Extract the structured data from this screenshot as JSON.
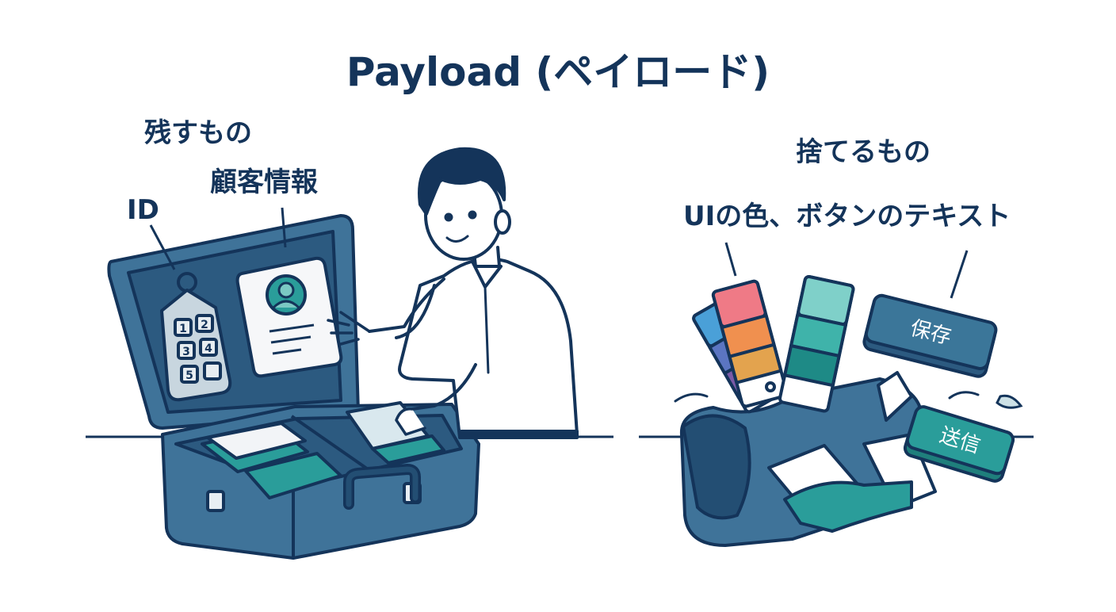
{
  "title": "Payload (ペイロード)",
  "keep": {
    "heading": "残すもの",
    "customer_info": "顧客情報",
    "id_label": "ID",
    "tag_numbers": [
      "1",
      "2",
      "3",
      "4",
      "5"
    ]
  },
  "discard": {
    "heading": "捨てるもの",
    "items_label": "UIの色、ボタンのテキスト",
    "save_button": "保存",
    "send_button": "送信"
  },
  "colors": {
    "ink": "#14345a",
    "suitcase": "#3f7399",
    "suitcase_dark": "#2c5a80",
    "teal": "#2a9d9a",
    "ui_button": "#3b7699",
    "shirt": "#ffffff"
  }
}
